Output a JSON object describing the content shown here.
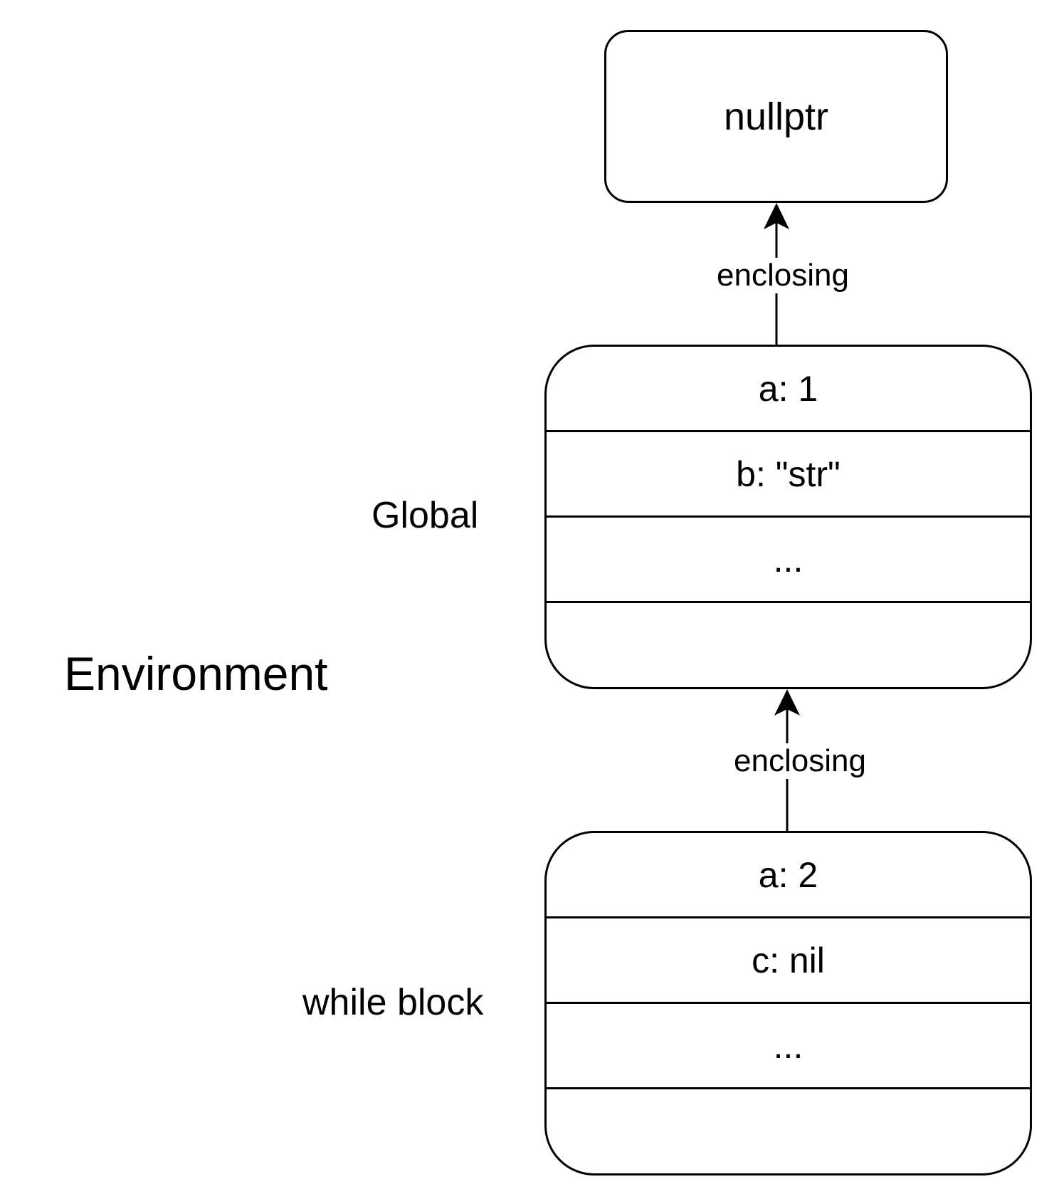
{
  "title": "Environment",
  "nodes": {
    "nullptr": "nullptr",
    "global": {
      "label": "Global",
      "entries": [
        "a: 1",
        "b: \"str\"",
        "...",
        ""
      ]
    },
    "while_block": {
      "label": "while block",
      "entries": [
        "a: 2",
        "c: nil",
        "...",
        ""
      ]
    }
  },
  "edges": [
    {
      "from": "global",
      "to": "nullptr",
      "label": "enclosing"
    },
    {
      "from": "while_block",
      "to": "global",
      "label": "enclosing"
    }
  ]
}
